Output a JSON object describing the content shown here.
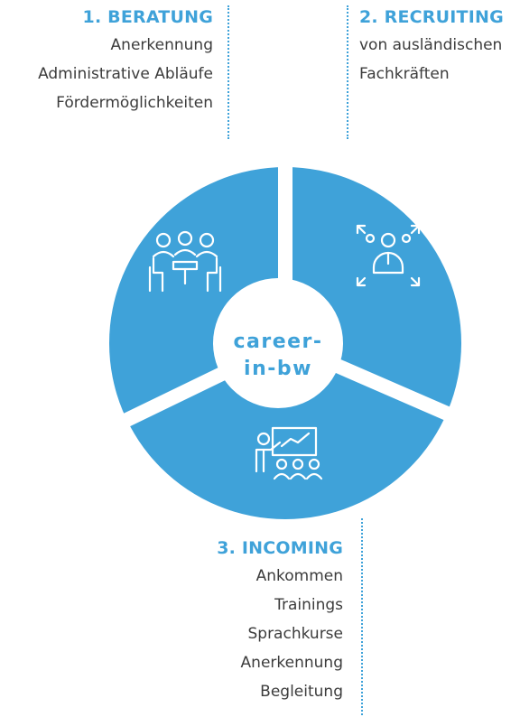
{
  "sections": {
    "beratung": {
      "title": "1. BERATUNG",
      "items": [
        "Anerkennung",
        "Administrative Abläufe",
        "Fördermöglichkeiten"
      ],
      "icon": "meeting-table-icon"
    },
    "recruiting": {
      "title": "2. RECRUITING",
      "items": [
        "von ausländischen",
        "Fachkräften"
      ],
      "icon": "network-recruit-icon"
    },
    "incoming": {
      "title": "3. INCOMING",
      "items": [
        "Ankommen",
        "Trainings",
        "Sprachkurse",
        "Anerkennung",
        "Begleitung"
      ],
      "icon": "presentation-training-icon"
    }
  },
  "center": {
    "line1": "career-",
    "line2": "in-bw"
  },
  "colors": {
    "accent": "#3fa2d9",
    "text": "#3c3c3c",
    "background": "#ffffff"
  }
}
